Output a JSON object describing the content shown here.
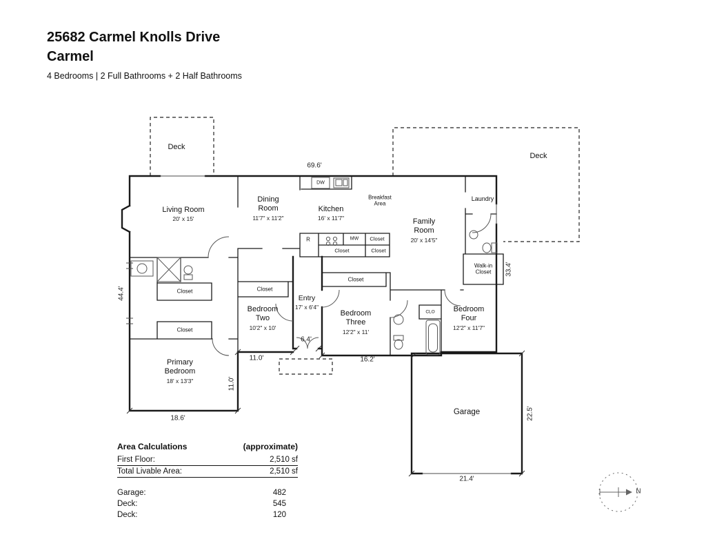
{
  "header": {
    "address": "25682 Carmel Knolls Drive",
    "city": "Carmel",
    "details": "4 Bedrooms | 2 Full Bathrooms + 2 Half Bathrooms"
  },
  "decks": {
    "top_left": "Deck",
    "top_right": "Deck"
  },
  "rooms": {
    "living": {
      "name": "Living Room",
      "size": "20' x 15'"
    },
    "dining": {
      "name": "Dining Room",
      "size": "11'7\" x 11'2\""
    },
    "kitchen": {
      "name": "Kitchen",
      "size": "16' x 11'7\""
    },
    "breakfast": {
      "name": "Breakfast Area"
    },
    "family": {
      "name": "Family Room",
      "size": "20' x 14'5\""
    },
    "laundry": {
      "name": "Laundry"
    },
    "walkin": {
      "name": "Walk-in Closet"
    },
    "entry": {
      "name": "Entry",
      "size": "17' x 6'4\""
    },
    "bedroom_two": {
      "name": "Bedroom Two",
      "size": "10'2\" x 10'"
    },
    "bedroom_three": {
      "name": "Bedroom Three",
      "size": "12'2\" x 11'"
    },
    "bedroom_four": {
      "name": "Bedroom Four",
      "size": "12'2\" x 11'7\""
    },
    "primary": {
      "name": "Primary Bedroom",
      "size": "18' x 13'3\""
    },
    "garage": {
      "name": "Garage"
    }
  },
  "labels": {
    "closet": "Closet",
    "dw": "DW",
    "mw": "MW",
    "range": "R",
    "clo": "CLO"
  },
  "dimensions": {
    "top": "69.6'",
    "left": "44.4'",
    "right": "33.4'",
    "bedroom_two": "11.0'",
    "entry_door": "6.4'",
    "bedroom_three": "16.2'",
    "primary_side": "11.0'",
    "primary_bottom": "18.6'",
    "garage_side": "22.5'",
    "garage_bottom": "21.4'"
  },
  "area_calculations": {
    "title": "Area Calculations",
    "qualifier": "(approximate)",
    "rows": [
      {
        "label": "First Floor:",
        "value": "2,510 sf"
      },
      {
        "label": "Total Livable Area:",
        "value": "2,510 sf"
      }
    ],
    "other": [
      {
        "label": "Garage:",
        "value": "482"
      },
      {
        "label": "Deck:",
        "value": "545"
      },
      {
        "label": "Deck:",
        "value": "120"
      }
    ]
  },
  "compass": {
    "north": "N"
  }
}
